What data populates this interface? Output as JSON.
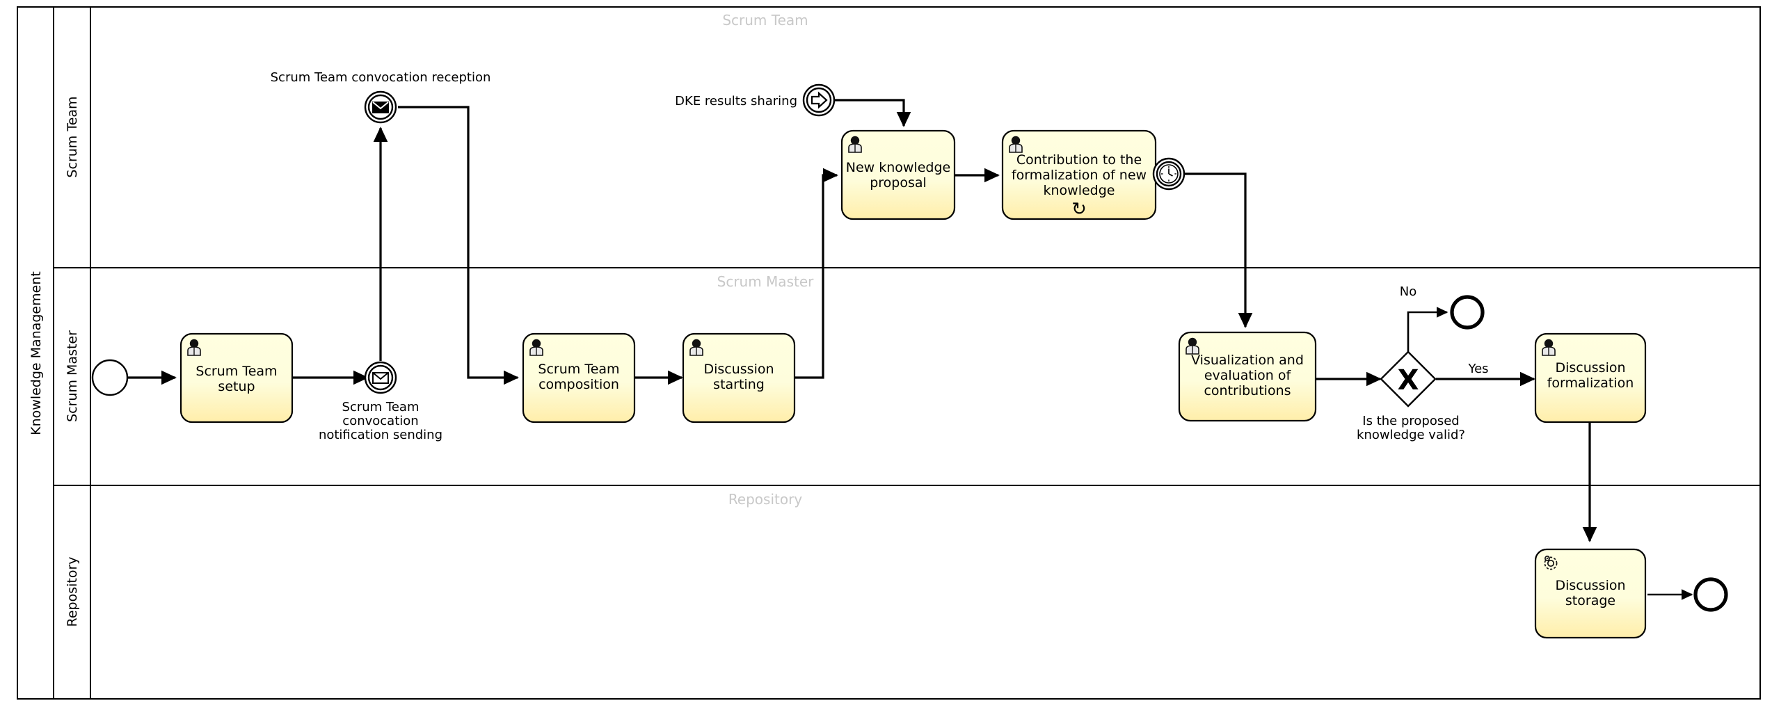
{
  "diagram": {
    "title": "Knowledge Management",
    "type": "bpmn",
    "pool": {
      "label": "Knowledge Management"
    },
    "lanes": [
      {
        "id": "lane-scrum-team",
        "label": "Scrum Team",
        "caption": "Scrum Team"
      },
      {
        "id": "lane-scrum-master",
        "label": "Scrum Master",
        "caption": "Scrum Master"
      },
      {
        "id": "lane-repository",
        "label": "Repository",
        "caption": "Repository"
      }
    ],
    "tasks": [
      {
        "id": "scrum-team-setup",
        "label_lines": [
          "Scrum Team",
          "setup"
        ],
        "marker": "user"
      },
      {
        "id": "scrum-team-composition",
        "label_lines": [
          "Scrum Team",
          "composition"
        ],
        "marker": "user"
      },
      {
        "id": "discussion-starting",
        "label_lines": [
          "Discussion",
          "starting"
        ],
        "marker": "user"
      },
      {
        "id": "new-knowledge-proposal",
        "label_lines": [
          "New knowledge",
          "proposal"
        ],
        "marker": "user"
      },
      {
        "id": "contribution-formalization",
        "label_lines": [
          "Contribution to the",
          "formalization of new",
          "knowledge"
        ],
        "marker": "user",
        "loop": "↻"
      },
      {
        "id": "visualization-evaluation",
        "label_lines": [
          "Visualization and",
          "evaluation of",
          "contributions"
        ],
        "marker": "user"
      },
      {
        "id": "discussion-formalization",
        "label_lines": [
          "Discussion",
          "formalization"
        ],
        "marker": "user"
      },
      {
        "id": "discussion-storage",
        "label_lines": [
          "Discussion",
          "storage"
        ],
        "marker": "service"
      }
    ],
    "events": [
      {
        "id": "start-event",
        "kind": "start-none",
        "label": ""
      },
      {
        "id": "convocation-notification-sending",
        "kind": "intermediate-message-throw",
        "label_lines": [
          "Scrum Team",
          "convocation",
          "notification sending"
        ]
      },
      {
        "id": "convocation-reception",
        "kind": "intermediate-message-catch",
        "label_lines": [
          "Scrum Team convocation reception"
        ]
      },
      {
        "id": "dke-results-sharing",
        "kind": "intermediate-link",
        "label_lines": [
          "DKE results sharing"
        ]
      },
      {
        "id": "contribution-timer-boundary",
        "kind": "boundary-timer",
        "label": ""
      },
      {
        "id": "end-event-no",
        "kind": "end-none",
        "label": ""
      },
      {
        "id": "end-event-storage",
        "kind": "end-none",
        "label": ""
      }
    ],
    "gateway": {
      "id": "knowledge-valid-gateway",
      "type": "exclusive",
      "symbol": "X",
      "label_lines": [
        "Is the proposed",
        "knowledge valid?"
      ]
    },
    "flow_labels": {
      "no": "No",
      "yes": "Yes"
    },
    "colors": {
      "task_fill_top": "#ffffd9",
      "task_fill_bottom": "#ffeeaa",
      "stroke": "#000000",
      "lane_caption": "#c8c8c8",
      "background": "#ffffff"
    }
  }
}
